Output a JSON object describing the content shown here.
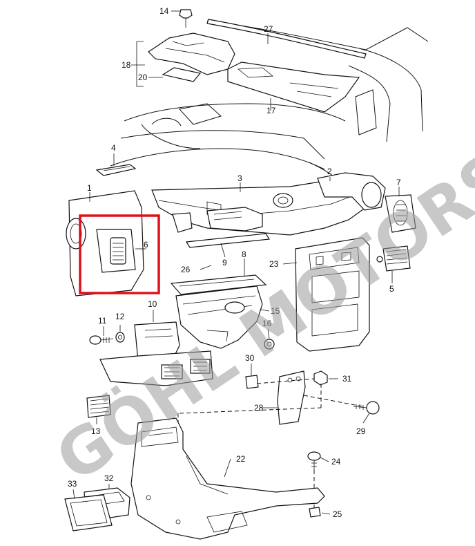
{
  "watermark": "GÖHL MOTORS",
  "highlight_color": "#e0101a",
  "line_color": "#111111",
  "callouts": {
    "c1": "1",
    "c2": "2",
    "c3": "3",
    "c4": "4",
    "c5": "5",
    "c6": "6",
    "c7": "7",
    "c8": "8",
    "c9": "9",
    "c10": "10",
    "c11": "11",
    "c12": "12",
    "c13": "13",
    "c14": "14",
    "c15": "15",
    "c16": "16",
    "c17": "17",
    "c18": "18",
    "c20": "20",
    "c22": "22",
    "c23": "23",
    "c24": "24",
    "c25": "25",
    "c26": "26",
    "c27": "27",
    "c28": "28",
    "c29": "29",
    "c30": "30",
    "c31": "31",
    "c32": "32",
    "c33": "33"
  }
}
